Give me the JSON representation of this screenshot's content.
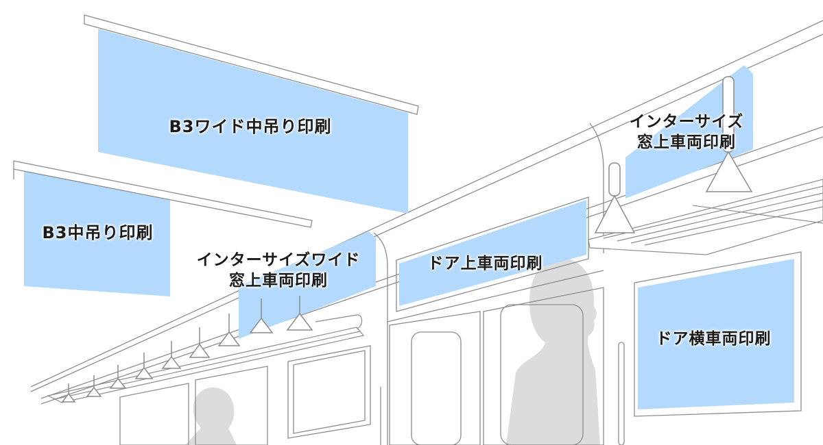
{
  "labels": {
    "b3_wide_hanging": "B3ワイド中吊り印刷",
    "b3_hanging": "B3中吊り印刷",
    "intersize_wide_window_top": [
      "インターサイズワイド",
      "窓上車両印刷"
    ],
    "door_top": "ドア上車両印刷",
    "intersize_window_top": [
      "インターサイズ",
      "窓上車両印刷"
    ],
    "door_side": "ドア横車両印刷"
  },
  "colors": {
    "ad_area": "#b3d9fc",
    "line": "#8c8c8c",
    "silhouette": "#dcdcdc"
  }
}
